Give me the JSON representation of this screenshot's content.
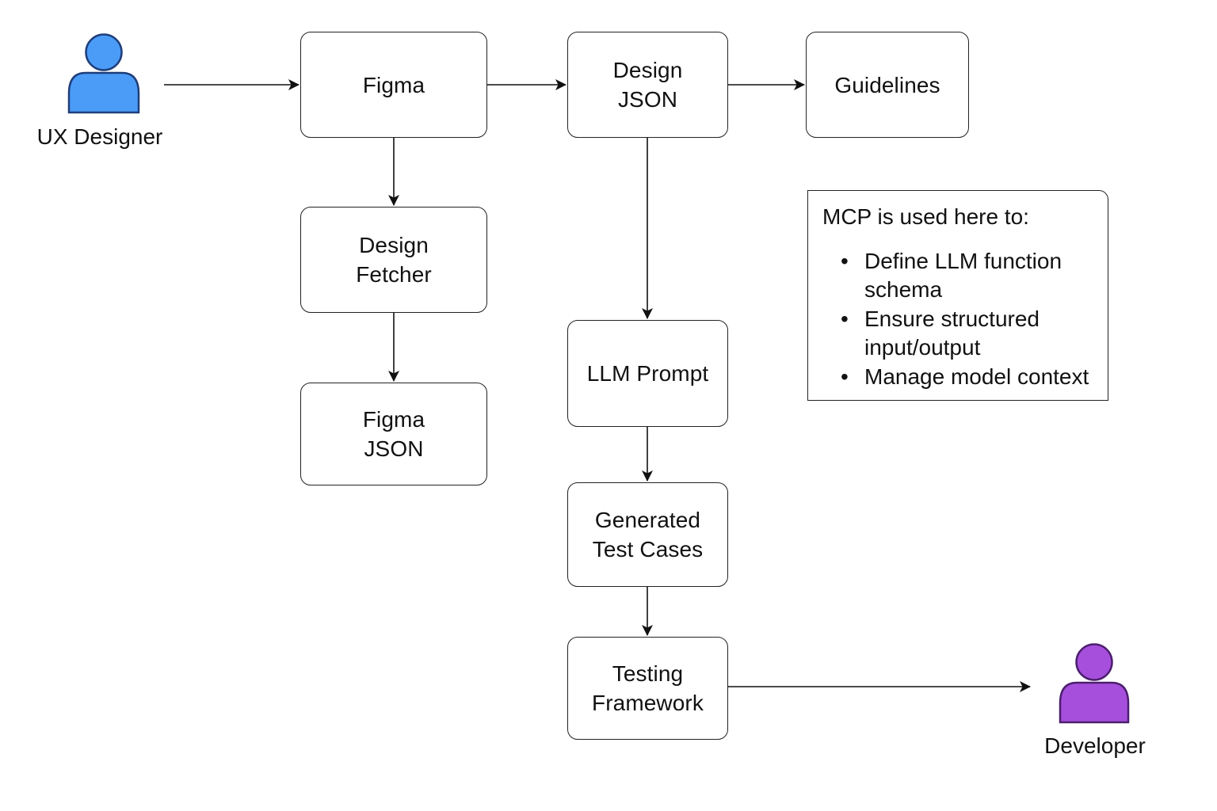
{
  "actors": {
    "ux_designer": {
      "label": "UX Designer",
      "color": "#4b9cf7",
      "stroke": "#1f3e7a"
    },
    "developer": {
      "label": "Developer",
      "color": "#a64fdc",
      "stroke": "#4c1f6e"
    }
  },
  "nodes": {
    "figma": {
      "lines": [
        "Figma"
      ]
    },
    "design_json": {
      "lines": [
        "Design",
        "JSON"
      ]
    },
    "guidelines": {
      "lines": [
        "Guidelines"
      ]
    },
    "design_fetcher": {
      "lines": [
        "Design",
        "Fetcher"
      ]
    },
    "figma_json": {
      "lines": [
        "Figma",
        "JSON"
      ]
    },
    "llm_prompt": {
      "lines": [
        "LLM Prompt"
      ]
    },
    "generated_test_cases": {
      "lines": [
        "Generated",
        "Test Cases"
      ]
    },
    "testing_framework": {
      "lines": [
        "Testing",
        "Framework"
      ]
    }
  },
  "edges": [
    {
      "from": "ux_designer",
      "to": "figma"
    },
    {
      "from": "figma",
      "to": "design_json"
    },
    {
      "from": "design_json",
      "to": "guidelines"
    },
    {
      "from": "figma",
      "to": "design_fetcher"
    },
    {
      "from": "design_fetcher",
      "to": "figma_json"
    },
    {
      "from": "design_json",
      "to": "llm_prompt"
    },
    {
      "from": "llm_prompt",
      "to": "generated_test_cases"
    },
    {
      "from": "generated_test_cases",
      "to": "testing_framework"
    },
    {
      "from": "testing_framework",
      "to": "developer"
    }
  ],
  "note": {
    "title": "MCP is used here to:",
    "items": [
      {
        "lines": [
          "Define LLM function",
          "schema"
        ]
      },
      {
        "lines": [
          "Ensure structured",
          "input/output"
        ]
      },
      {
        "lines": [
          "Manage model context"
        ]
      }
    ],
    "bullet": "•"
  }
}
